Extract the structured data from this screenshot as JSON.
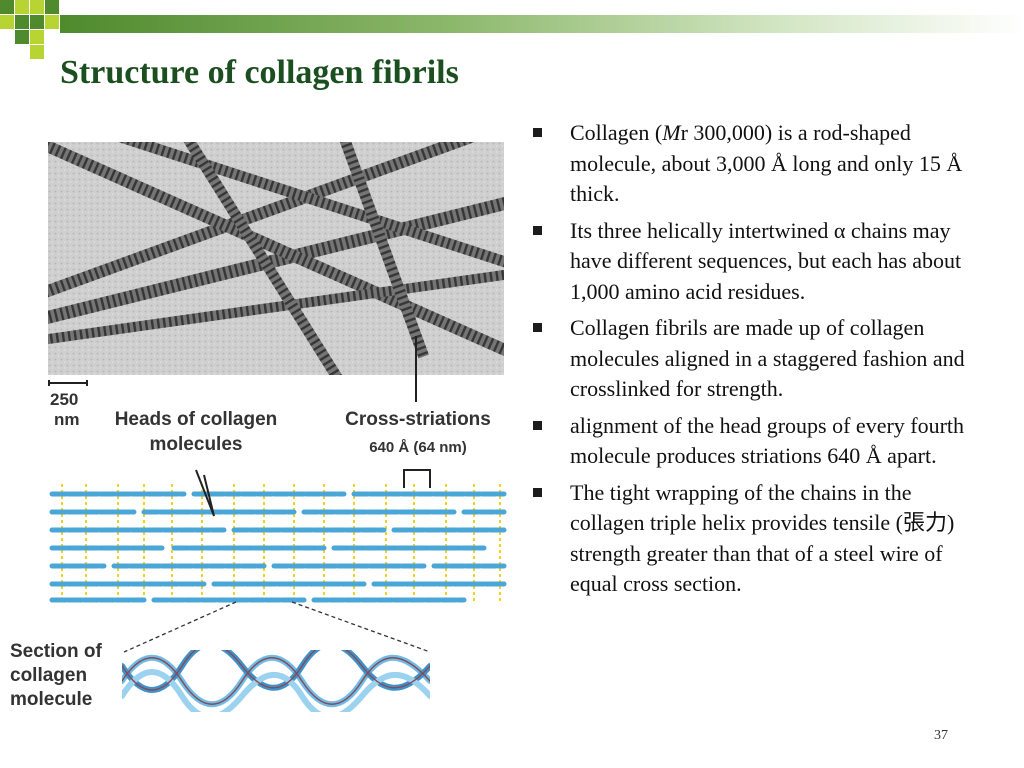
{
  "slide": {
    "title": "Structure of collagen fibrils",
    "page_number": "37"
  },
  "figure": {
    "scale_value": "250",
    "scale_unit": "nm",
    "heads_label_1": "Heads of collagen",
    "heads_label_2": "molecules",
    "cross_label": "Cross-striations",
    "cross_sub": "640 Å (64 nm)",
    "section_label_1": "Section of",
    "section_label_2": "collagen",
    "section_label_3": "molecule"
  },
  "bullets": [
    {
      "pre": "Collagen (",
      "italic": "M",
      "post": "r 300,000) is a rod-shaped molecule, about 3,000 Å long and only 15 Å thick."
    },
    {
      "pre": "Its three helically intertwined α chains may have different sequences, but each has about 1,000 amino acid residues.",
      "italic": "",
      "post": ""
    },
    {
      "pre": "Collagen fibrils are made up of collagen molecules aligned in a staggered fashion and crosslinked for strength.",
      "italic": "",
      "post": ""
    },
    {
      "pre": "alignment of the head groups of every fourth molecule produces striations 640 Å apart.",
      "italic": "",
      "post": ""
    },
    {
      "pre": "The tight wrapping of the  chains in the collagen triple helix provides tensile (張力) strength greater than that of a steel wire of equal cross section.",
      "italic": "",
      "post": ""
    }
  ],
  "colors": {
    "title": "#1c4f1f",
    "accent_green": "#4f8a2d",
    "accent_lime": "#b8d433",
    "fibril_blue": "#4aa6d6",
    "striation_yellow": "#f2d31b"
  }
}
